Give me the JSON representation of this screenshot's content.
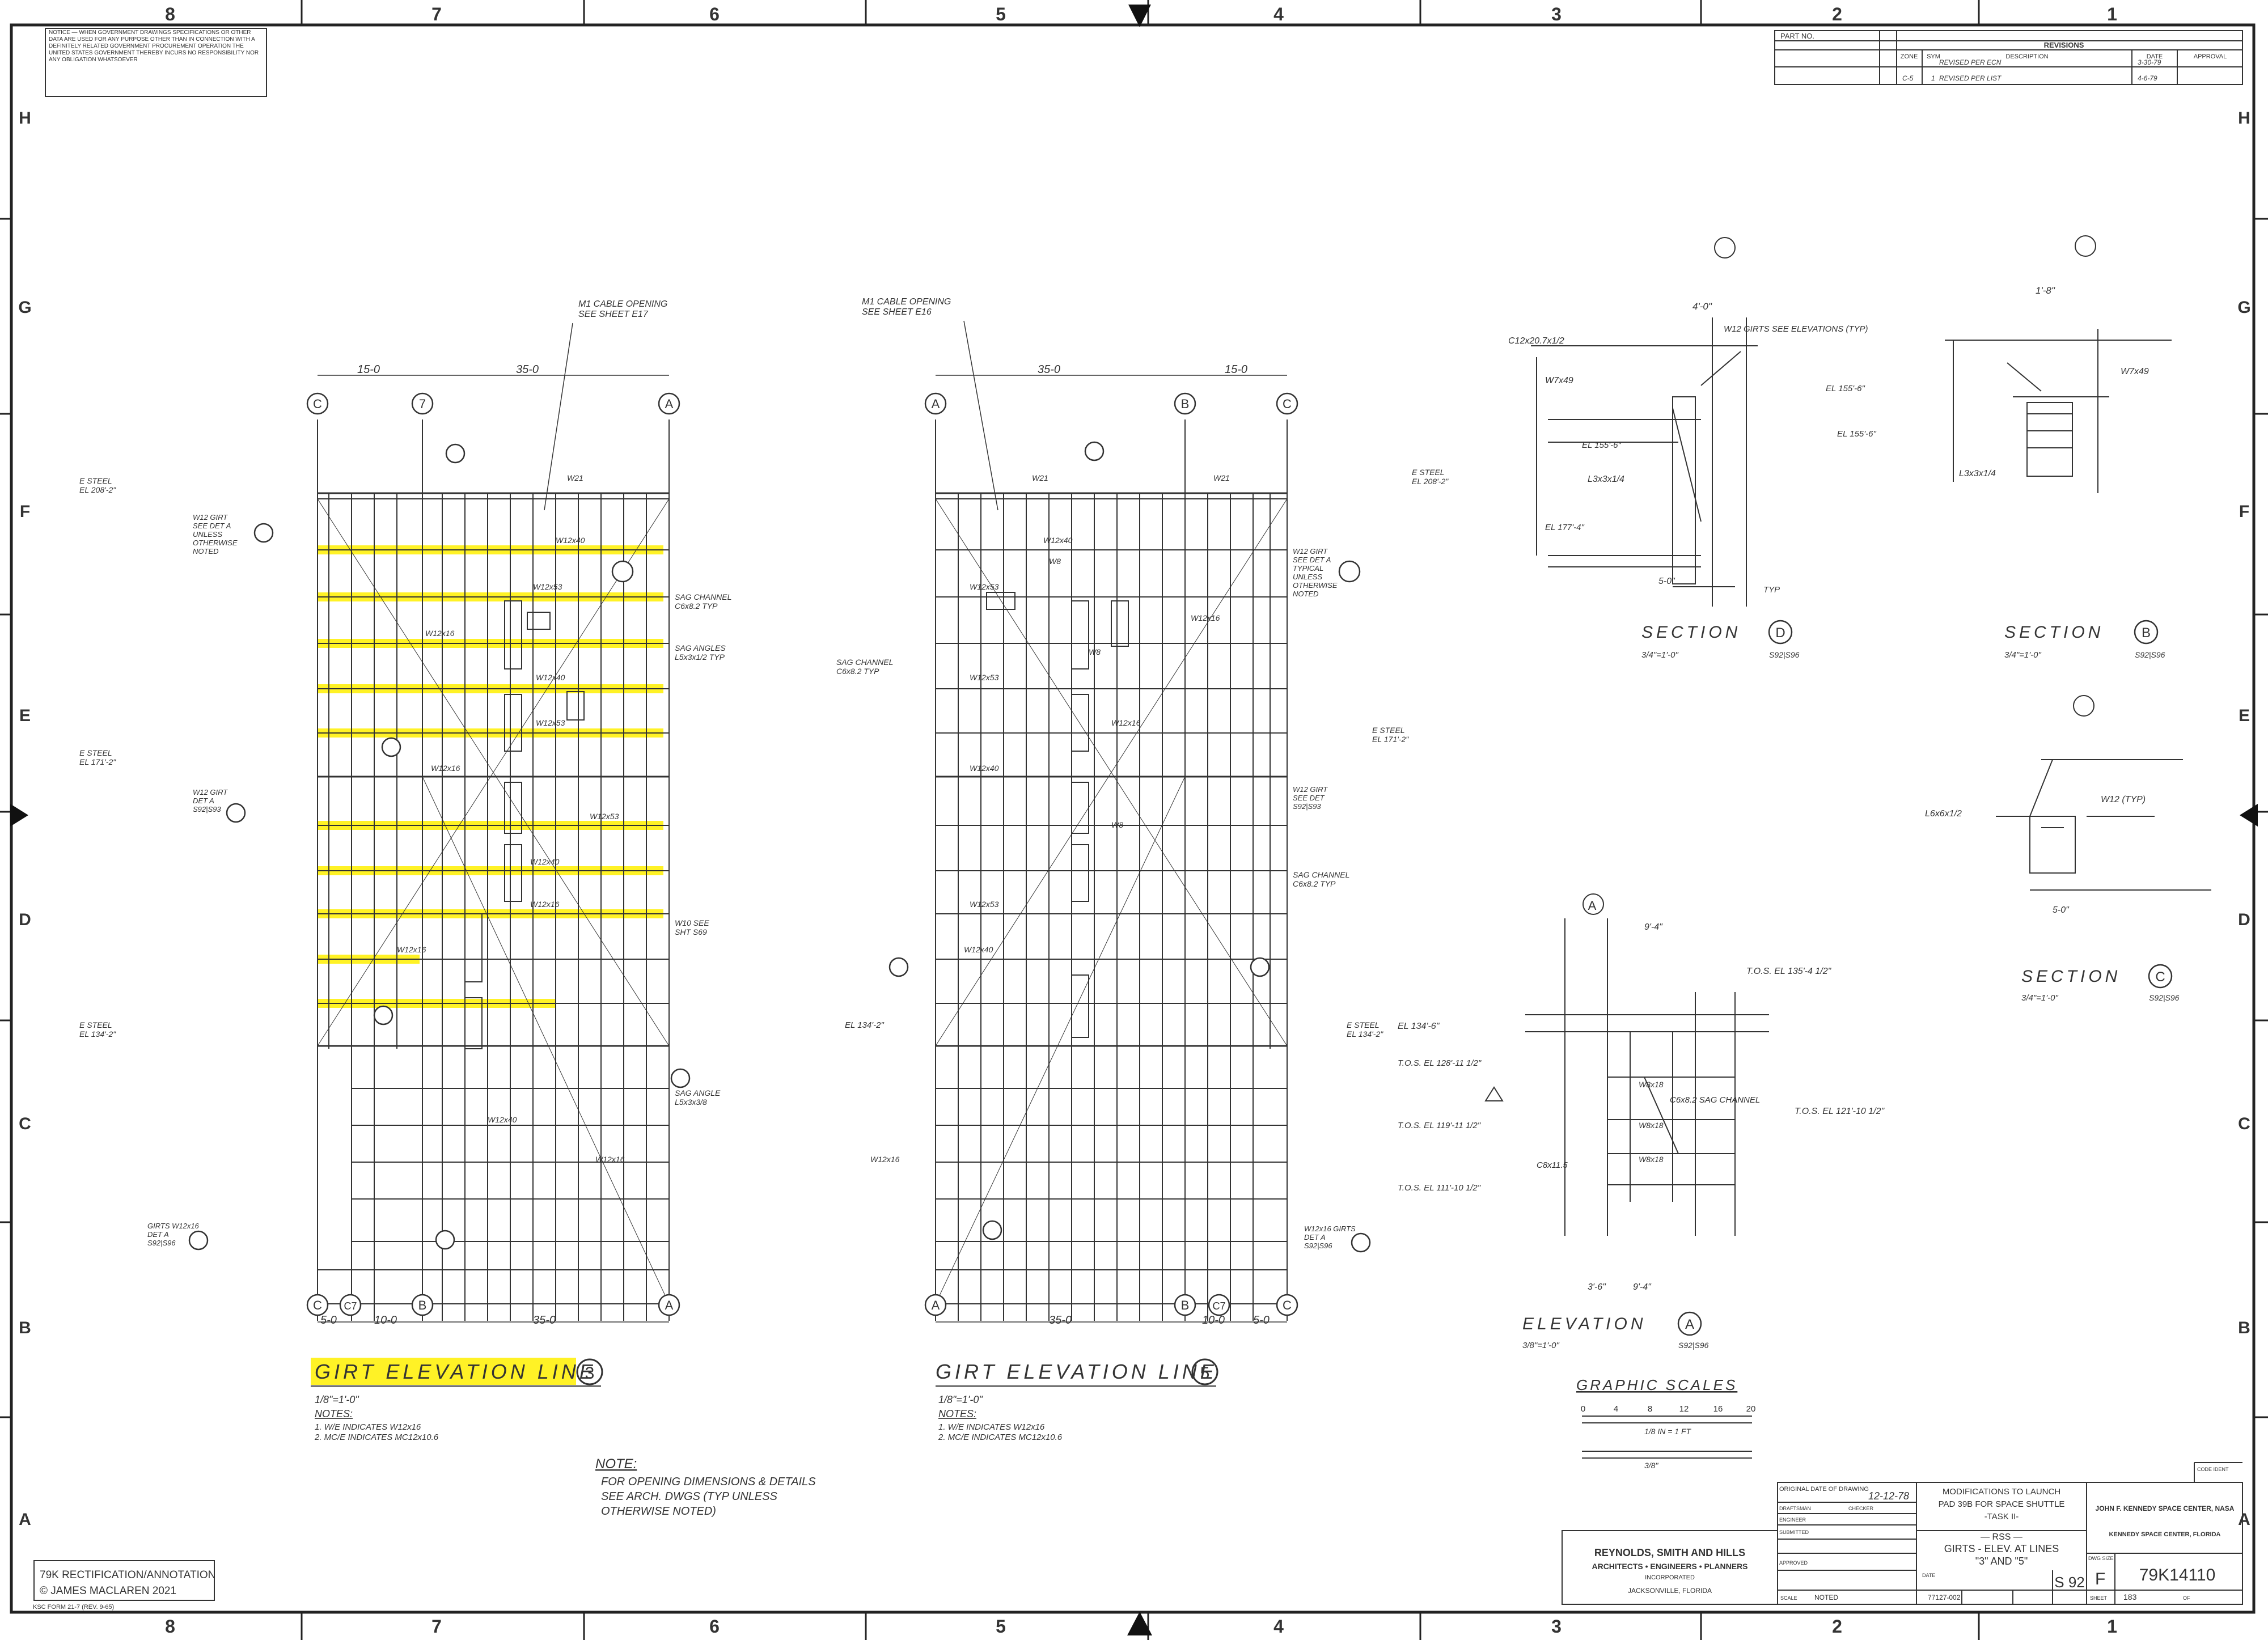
{
  "border": {
    "columns": [
      "8",
      "7",
      "6",
      "5",
      "4",
      "3",
      "2",
      "1"
    ],
    "rows": [
      "H",
      "G",
      "F",
      "E",
      "D",
      "C",
      "B",
      "A"
    ]
  },
  "notice": "NOTICE — WHEN GOVERNMENT DRAWINGS SPECIFICATIONS OR OTHER DATA ARE USED FOR ANY PURPOSE OTHER THAN IN CONNECTION WITH A DEFINITELY RELATED GOVERNMENT PROCUREMENT OPERATION THE UNITED STATES GOVERNMENT THEREBY INCURS NO RESPONSIBILITY NOR ANY OBLIGATION WHATSOEVER",
  "revisions": {
    "title": "REVISIONS",
    "part_no": "PART NO.",
    "columns": [
      "ZONE",
      "SYM",
      "DESCRIPTION",
      "DATE",
      "APPROVAL"
    ],
    "rows": [
      {
        "zone": "",
        "sym": "",
        "desc": "REVISED PER ECN",
        "date": "3-30-79",
        "appr": ""
      },
      {
        "zone": "C-5",
        "sym": "1",
        "desc": "REVISED PER LIST",
        "date": "4-6-79",
        "appr": ""
      }
    ]
  },
  "elev3": {
    "title": "GIRT ELEVATION LINE",
    "num": "3",
    "scale": "1/8\"=1'-0\"",
    "notes_title": "NOTES:",
    "notes": [
      "1. W/E INDICATES W12x16",
      "2. MC/E INDICATES MC12x10.6"
    ],
    "grid": [
      "C",
      "7",
      "A"
    ],
    "bottom_grid": [
      "C",
      "C7",
      "B",
      "A"
    ],
    "dims_top": [
      "15-0",
      "35-0"
    ],
    "dims_bottom": [
      "5-0",
      "10-0",
      "35-0"
    ],
    "labels": [
      "W21",
      "W12x40",
      "W12x53",
      "W12x16",
      "W12x40",
      "W12x53",
      "W12x16",
      "W12x53",
      "W12x40",
      "W12x16",
      "W12x16",
      "W12x40",
      "W12x16"
    ],
    "callouts": [
      {
        "t": "E STEEL\nEL 208'-2\""
      },
      {
        "t": "W12 GIRT\nSEE DET A\nUNLESS\nOTHERWISE\nNOTED"
      },
      {
        "t": "SAG CHANNEL\nC6x8.2 TYP"
      },
      {
        "t": "SAG ANGLES\nL5x3x1/2 TYP"
      },
      {
        "t": "E STEEL\nEL 171'-2\""
      },
      {
        "t": "W12 GIRT\nDET A\nS92|S93"
      },
      {
        "t": "W10 SEE\nSHT S69"
      },
      {
        "t": "E STEEL\nEL 134'-2\""
      },
      {
        "t": "SAG ANGLE\nL5x3x3/8"
      },
      {
        "t": "GIRTS W12x16\nDET A\nS92|S96"
      }
    ],
    "leader": "M1 CABLE OPENING\nSEE SHEET E17"
  },
  "elev5": {
    "title": "GIRT ELEVATION LINE",
    "num": "5",
    "scale": "1/8\"=1'-0\"",
    "notes_title": "NOTES:",
    "notes": [
      "1. W/E INDICATES W12x16",
      "2. MC/E INDICATES MC12x10.6"
    ],
    "grid": [
      "A",
      "B",
      "C"
    ],
    "bottom_grid": [
      "A",
      "B",
      "C7",
      "C"
    ],
    "dims_top": [
      "35-0",
      "15-0"
    ],
    "dims_bottom": [
      "35-0",
      "10-0",
      "5-0"
    ],
    "labels": [
      "W21",
      "W21",
      "W12x40",
      "W8",
      "W12x53",
      "W12x16",
      "W8",
      "W12x53",
      "W12x16",
      "W12x40",
      "W8",
      "W12x53",
      "W12x40",
      "W12x16"
    ],
    "callouts": [
      {
        "t": "E STEEL\nEL 208'-2\""
      },
      {
        "t": "W12 GIRT\nSEE DET A\nTYPICAL\nUNLESS\nOTHERWISE\nNOTED"
      },
      {
        "t": "SAG CHANNEL\nC6x8.2 TYP"
      },
      {
        "t": "E STEEL\nEL 171'-2\""
      },
      {
        "t": "W12 GIRT\nSEE DET\nS92|S93"
      },
      {
        "t": "SAG CHANNEL\nC6x8.2 TYP"
      },
      {
        "t": "E STEEL\nEL 134'-2\""
      },
      {
        "t": "W12x16 GIRTS\nDET A\nS92|S96"
      }
    ],
    "leader": "M1 CABLE OPENING\nSEE SHEET E16",
    "elev_mark": "EL 134'-2\""
  },
  "section_d": {
    "title": "SECTION",
    "mark": "D",
    "sheet": "S92|S96",
    "scale": "3/4\"=1'-0\"",
    "labels": [
      "C12x20.7x1/2",
      "W7x49",
      "EL 155'-6\"",
      "L3x3x1/4",
      "EL 177'-4\"",
      "5-0\"",
      "TYP",
      "W12 GIRTS SEE ELEVATIONS (TYP)",
      "4'-0\""
    ]
  },
  "section_b": {
    "title": "SECTION",
    "mark": "B",
    "sheet": "S92|S96",
    "scale": "3/4\"=1'-0\"",
    "labels": [
      "EL 155'-6\"",
      "EL 155'-6\"",
      "W7x49",
      "L3x3x1/4",
      "1'-8\""
    ]
  },
  "section_c": {
    "title": "SECTION",
    "mark": "C",
    "sheet": "S92|S96",
    "scale": "3/4\"=1'-0\"",
    "labels": [
      "L6x6x1/2",
      "W12 (TYP)",
      "5-0\""
    ]
  },
  "elevation_a": {
    "title": "ELEVATION",
    "mark": "A",
    "sheet": "S92|S96",
    "scale": "3/8\"=1'-0\"",
    "labels": [
      "T.O.S. EL 135'-4 1/2\"",
      "EL 134'-6\"",
      "T.O.S. EL 128'-11 1/2\"",
      "T.O.S. EL 119'-11 1/2\"",
      "T.O.S. EL 111'-10 1/2\"",
      "C6x8.2 SAG CHANNEL",
      "T.O.S. EL 121'-10 1/2\"",
      "C8x11.5",
      "W8x18",
      "W8x18",
      "W8x18",
      "9'-4\"",
      "3'-6\"",
      "9'-4\""
    ]
  },
  "graphic_scales": {
    "title": "GRAPHIC SCALES",
    "ticks": [
      "0",
      "4",
      "8",
      "12",
      "16",
      "20"
    ],
    "label1": "1/8 IN = 1 FT",
    "label2": "3/8\""
  },
  "note": {
    "title": "NOTE:",
    "lines": [
      "FOR OPENING DIMENSIONS & DETAILS",
      "SEE ARCH. DWGS (TYP UNLESS",
      "OTHERWISE NOTED)"
    ]
  },
  "stamp": {
    "line1": "79K RECTIFICATION/ANNOTATION",
    "line2": "© JAMES MACLAREN 2021"
  },
  "form": "KSC FORM 21-7 (REV. 9-65)",
  "title_block": {
    "orig_date_label": "ORIGINAL DATE OF DRAWING",
    "orig_date": "12-12-78",
    "drafted": "DRAFTSMAN",
    "checked": "CHECKER",
    "engineer": "ENGINEER",
    "submitted": "SUBMITTED",
    "approved": "APPROVED",
    "scale_label": "SCALE",
    "scale": "NOTED",
    "date_label": "DATE",
    "date": "77127-002",
    "project": [
      "MODIFICATIONS TO LAUNCH",
      "PAD 39B FOR SPACE SHUTTLE",
      "-TASK II-"
    ],
    "drawing_title": [
      "— RSS —",
      "GIRTS - ELEV. AT LINES",
      "\"3\" AND \"5\""
    ],
    "firm": [
      "REYNOLDS, SMITH AND HILLS",
      "ARCHITECTS • ENGINEERS • PLANNERS",
      "INCORPORATED",
      "JACKSONVILLE, FLORIDA"
    ],
    "sheet_id": "S 92",
    "agency": [
      "JOHN F. KENNEDY SPACE CENTER, NASA",
      "KENNEDY SPACE CENTER, FLORIDA"
    ],
    "size_label": "DWG SIZE",
    "size": "F",
    "dwg_no": "79K14110",
    "code_label": "CODE IDENT",
    "sheet_label": "SHEET",
    "sheet": "183",
    "of": "OF"
  }
}
